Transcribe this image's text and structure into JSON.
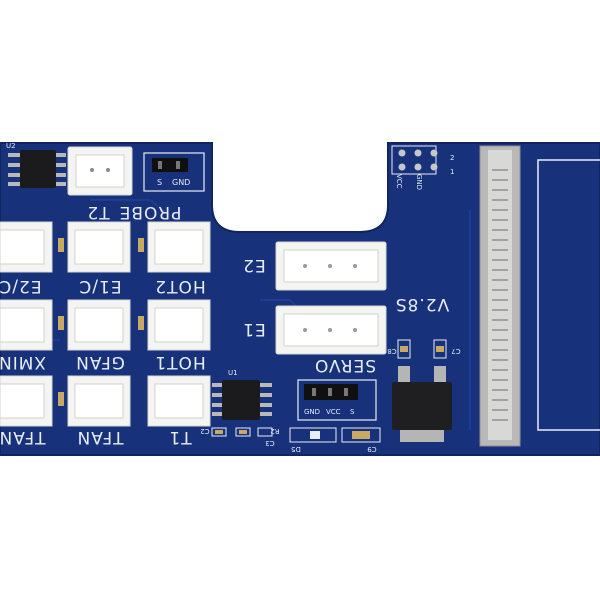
{
  "colors": {
    "board": "#17327a",
    "board_edge": "#0f2460",
    "silkscreen": "#e8ecf5",
    "connector": "#f4f4f2",
    "ic": "#1b1b1d",
    "background": "#ffffff"
  },
  "labels": {
    "u2": "U2",
    "probe": "PROBE",
    "t2": "T2",
    "gnd_small": "GND",
    "s_small": "S",
    "hot2": "HOT2",
    "e1c": "E1/C",
    "e2c": "E2/C",
    "hot1": "HOT1",
    "gfan": "GFAN",
    "xmin": "XMIN",
    "t1": "T1",
    "tfan1": "TFAN",
    "tfan2": "TFAN",
    "u1": "U1",
    "e2": "E2",
    "e1": "E1",
    "version": "V2.8S",
    "servo": "SERVO",
    "servo_gnd": "GND",
    "servo_vcc": "VCC",
    "servo_s": "S",
    "c8": "C8",
    "c7": "C7",
    "c9": "C9",
    "d5": "D5",
    "c3": "C3",
    "c2": "C2",
    "r2": "R2",
    "vcc": "VCC",
    "gnd": "GND",
    "pin2": "2",
    "pin1": "1"
  }
}
